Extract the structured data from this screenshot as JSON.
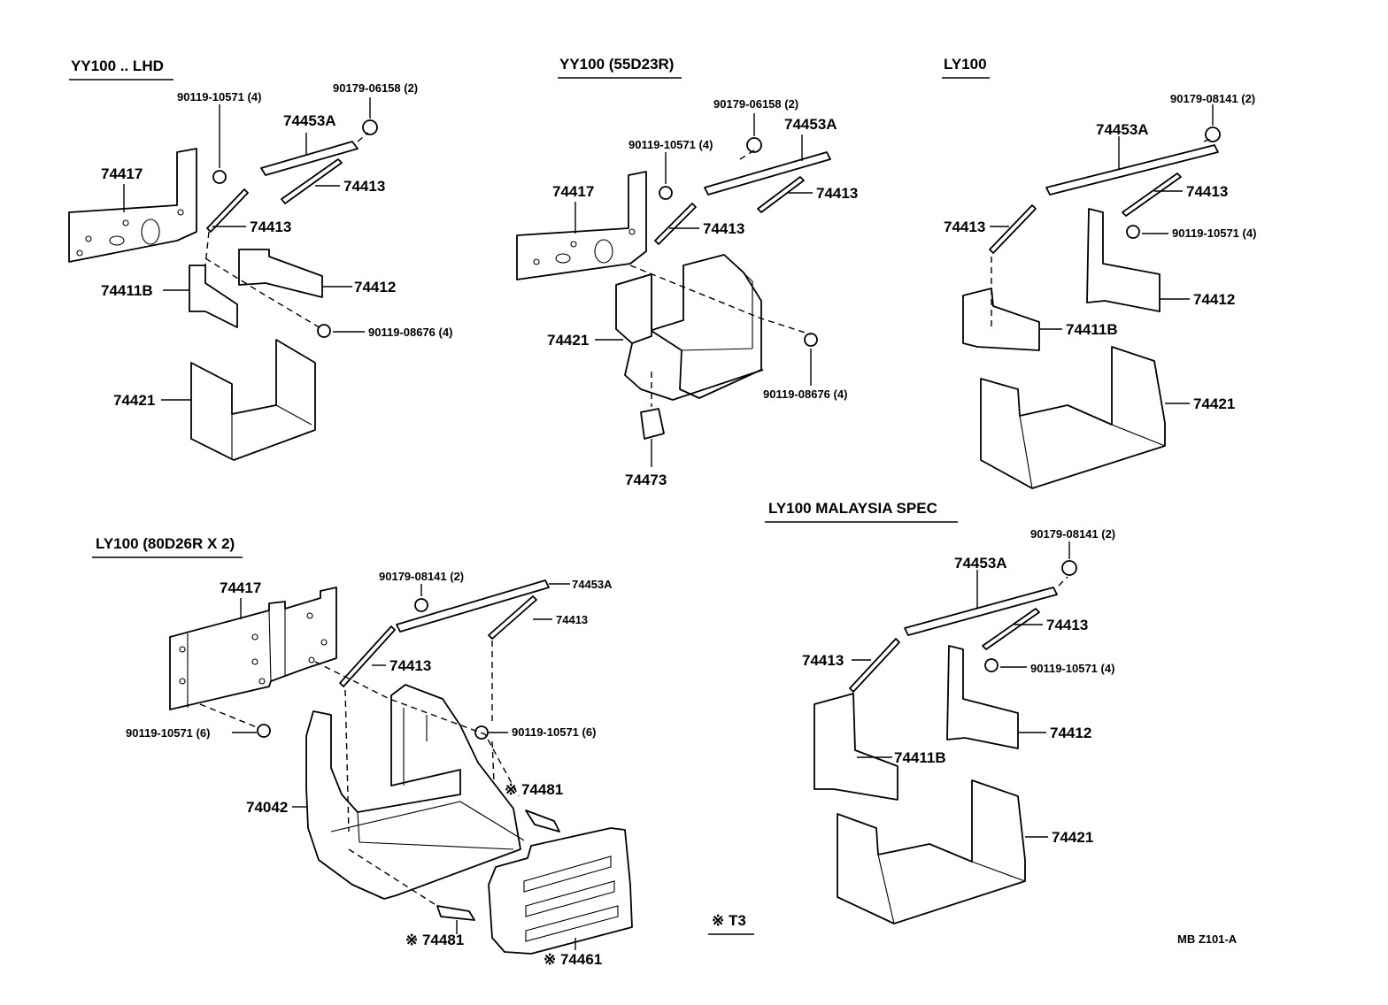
{
  "sections": [
    {
      "title": "YY100 .. LHD",
      "callouts": [
        "90119-10571 (4)",
        "90179-06158 (2)",
        "74453A",
        "74413",
        "74417",
        "74413",
        "74411B",
        "74412",
        "90119-08676 (4)",
        "74421"
      ]
    },
    {
      "title": "YY100 (55D23R)",
      "callouts": [
        "90179-06158 (2)",
        "90119-10571 (4)",
        "74453A",
        "74413",
        "74417",
        "74413",
        "74421",
        "90119-08676 (4)",
        "74473"
      ]
    },
    {
      "title": "LY100",
      "callouts": [
        "90179-08141 (2)",
        "74453A",
        "74413",
        "74413",
        "90119-10571 (4)",
        "74412",
        "74411B",
        "74421"
      ]
    },
    {
      "title": "LY100  MALAYSIA  SPEC",
      "callouts": [
        "90179-08141 (2)",
        "74453A",
        "74413",
        "74413",
        "90119-10571 (4)",
        "74412",
        "74411B",
        "74421"
      ]
    },
    {
      "title": "LY100 (80D26R X 2)",
      "callouts": [
        "74417",
        "90179-08141 (2)",
        "74453A",
        "74413",
        "74413",
        "90119-10571 (6)",
        "90119-10571 (6)",
        "74042",
        "※ 74481",
        "※ 74481",
        "※ 74461"
      ]
    }
  ],
  "footer": {
    "note": "※ T3",
    "figure_code": "MB  Z101-A"
  }
}
